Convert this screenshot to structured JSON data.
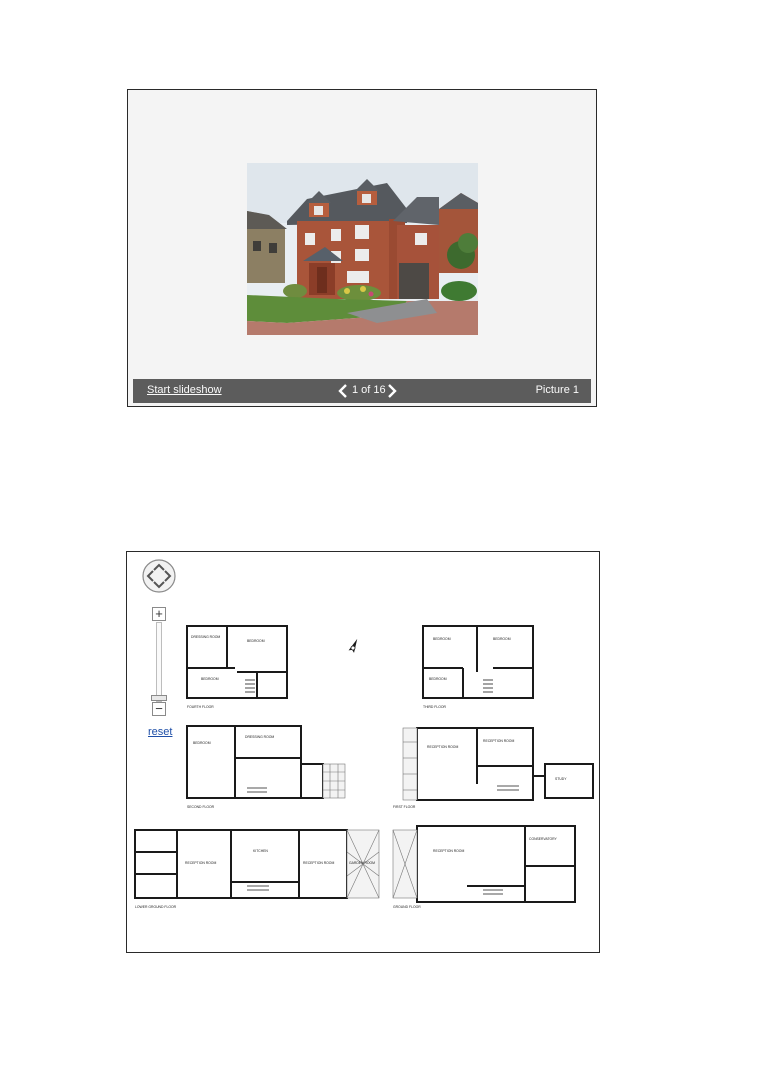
{
  "gallery": {
    "start_slideshow": "Start slideshow",
    "counter": "1 of 16",
    "picture_label": "Picture 1",
    "photo_description_icon": "house-photo"
  },
  "floorplan": {
    "reset_label": "reset",
    "zoom_in": "+",
    "zoom_out": "−",
    "rooms": {
      "dressing_room": "DRESSING ROOM",
      "bedroom": "BEDROOM",
      "reception_room": "RECEPTION ROOM",
      "kitchen": "KITCHEN",
      "study": "STUDY",
      "conservatory": "CONSERVATORY",
      "garden_room": "GARDEN ROOM"
    },
    "floor_labels": {
      "fourth": "FOURTH FLOOR",
      "third": "THIRD FLOOR",
      "second": "SECOND FLOOR",
      "first": "FIRST FLOOR",
      "lower_ground": "LOWER GROUND FLOOR",
      "ground": "GROUND FLOOR"
    }
  }
}
